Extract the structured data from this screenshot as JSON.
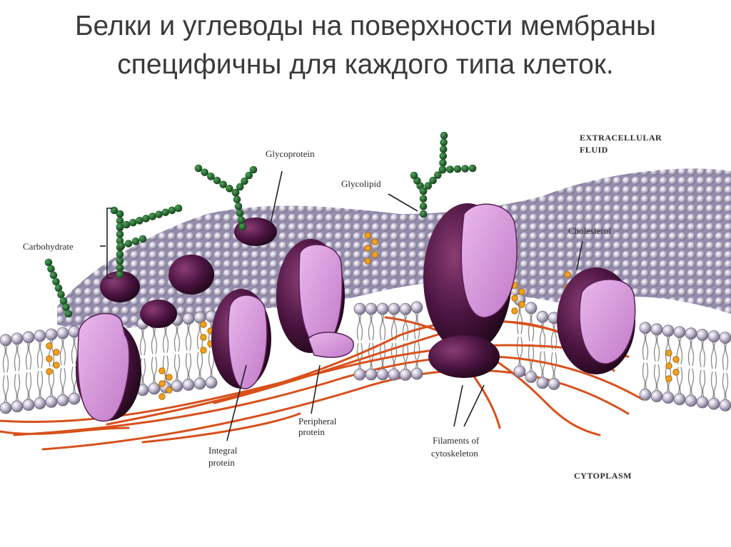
{
  "title": {
    "line1": "Белки и углеводы на поверхности мембраны",
    "line2": "специфичны для каждого типа клеток."
  },
  "labels": {
    "carbohydrate": "Carbohydrate",
    "glycoprotein": "Glycoprotein",
    "glycolipid": "Glycolipid",
    "extracellular_line1": "EXTRACELLULAR",
    "extracellular_line2": "FLUID",
    "cholesterol": "Cholesterol",
    "peripheral_line1": "Peripheral",
    "peripheral_line2": "protein",
    "integral_line1": "Integral",
    "integral_line2": "protein",
    "filaments_line1": "Filaments of",
    "filaments_line2": "cytoskeleton",
    "cytoplasm": "CYTOPLASM"
  },
  "colors": {
    "head": "#b8b2c6",
    "head_stroke": "#6f6880",
    "tail": "#8a8a8a",
    "protein_fill": "#d49ad8",
    "protein_dark": "#3a1030",
    "sugar": "#1f6a2a",
    "cholesterol": "#f0a020",
    "filament": "#d8501c"
  }
}
